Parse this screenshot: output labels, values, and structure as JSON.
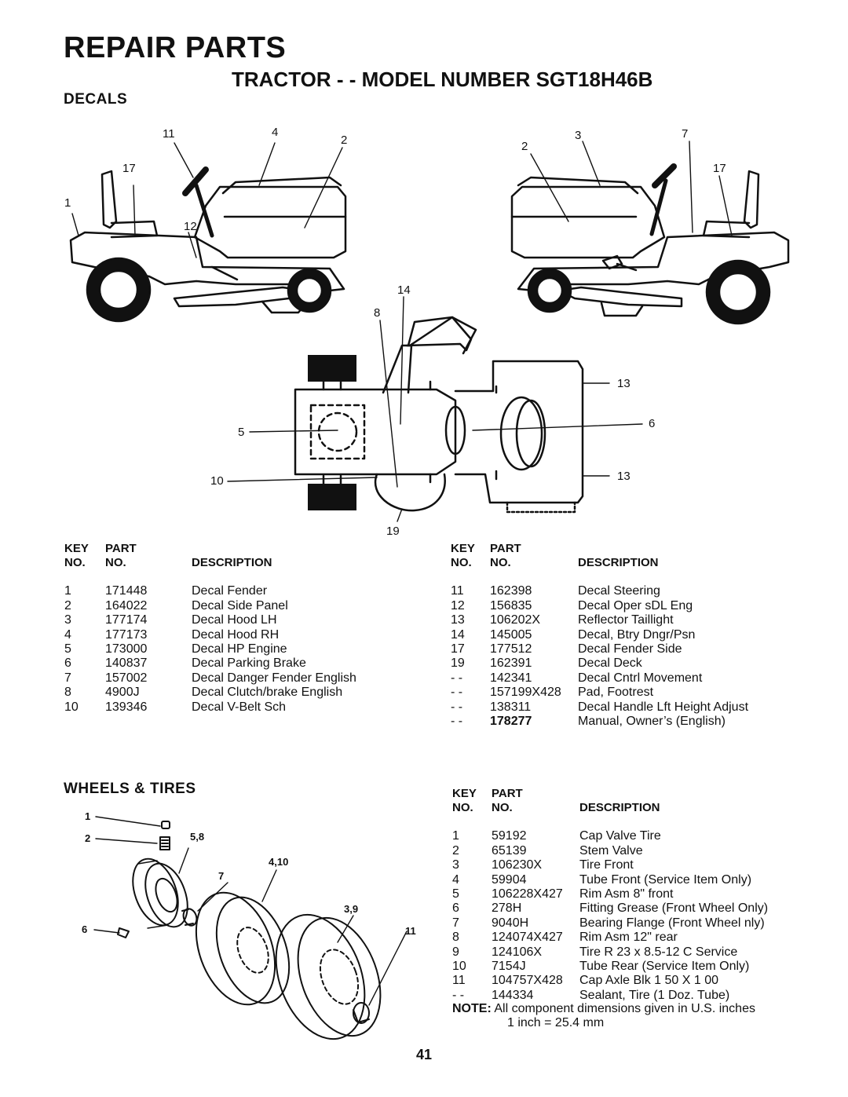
{
  "header": {
    "title": "REPAIR PARTS",
    "subtitle": "TRACTOR - - MODEL NUMBER SGT18H46B"
  },
  "decals": {
    "section_title": "DECALS",
    "callouts": {
      "c11": "11",
      "c4": "4",
      "c2a": "2",
      "c17a": "17",
      "c1": "1",
      "c12": "12",
      "c2b": "2",
      "c3": "3",
      "c7": "7",
      "c17b": "17",
      "c14": "14",
      "c8": "8",
      "c13a": "13",
      "c6": "6",
      "c5": "5",
      "c10": "10",
      "c13b": "13",
      "c19": "19"
    },
    "header_labels": {
      "key": "KEY",
      "part": "PART",
      "no1": "NO.",
      "no2": "NO.",
      "description": "DESCRIPTION"
    },
    "left_rows": [
      {
        "key": "1",
        "part": "171448",
        "desc": "Decal Fender"
      },
      {
        "key": "2",
        "part": "164022",
        "desc": "Decal Side Panel"
      },
      {
        "key": "3",
        "part": "177174",
        "desc": "Decal Hood  LH"
      },
      {
        "key": "4",
        "part": "177173",
        "desc": "Decal Hood  RH"
      },
      {
        "key": "5",
        "part": "173000",
        "desc": "Decal HP Engine"
      },
      {
        "key": "6",
        "part": "140837",
        "desc": "Decal Parking Brake"
      },
      {
        "key": "7",
        "part": "157002",
        "desc": "Decal Danger Fender English"
      },
      {
        "key": "8",
        "part": "4900J",
        "desc": "Decal Clutch/brake English"
      },
      {
        "key": "10",
        "part": "139346",
        "desc": "Decal V-Belt Sch"
      }
    ],
    "right_rows": [
      {
        "key": "11",
        "part": "162398",
        "desc": "Decal Steering"
      },
      {
        "key": "12",
        "part": "156835",
        "desc": "Decal Oper sDL Eng"
      },
      {
        "key": "13",
        "part": "106202X",
        "desc": "Reflector Taillight"
      },
      {
        "key": "14",
        "part": "145005",
        "desc": "Decal, Btry Dngr/Psn"
      },
      {
        "key": "17",
        "part": "177512",
        "desc": "Decal Fender Side"
      },
      {
        "key": "19",
        "part": "162391",
        "desc": "Decal Deck"
      },
      {
        "key": "- -",
        "part": "142341",
        "desc": "Decal Cntrl Movement"
      },
      {
        "key": "- -",
        "part": "157199X428",
        "desc": "Pad, Footrest"
      },
      {
        "key": "- -",
        "part": "138311",
        "desc": "Decal Handle Lft Height Adjust"
      },
      {
        "key": "- -",
        "part": "178277",
        "desc": "Manual, Owner’s (English)"
      }
    ]
  },
  "wheels": {
    "section_title": "WHEELS & TIRES",
    "callouts": {
      "w1": "1",
      "w2": "2",
      "w58": "5,8",
      "w410": "4,10",
      "w7": "7",
      "w39": "3,9",
      "w6": "6",
      "w11": "11"
    },
    "rows": [
      {
        "key": "1",
        "part": "59192",
        "desc": "Cap Valve Tire"
      },
      {
        "key": "2",
        "part": "65139",
        "desc": "Stem Valve"
      },
      {
        "key": "3",
        "part": "106230X",
        "desc": "Tire Front"
      },
      {
        "key": "4",
        "part": "59904",
        "desc": "Tube Front (Service Item Only)"
      },
      {
        "key": "5",
        "part": "106228X427",
        "desc": "Rim Asm 8\" front"
      },
      {
        "key": "6",
        "part": "278H",
        "desc": "Fitting Grease (Front Wheel Only)"
      },
      {
        "key": "7",
        "part": "9040H",
        "desc": "Bearing Flange (Front Wheel nly)"
      },
      {
        "key": "8",
        "part": "124074X427",
        "desc": "Rim Asm 12\" rear"
      },
      {
        "key": "9",
        "part": "124106X",
        "desc": "Tire R 23 x 8.5-12 C Service"
      },
      {
        "key": "10",
        "part": "7154J",
        "desc": "Tube Rear (Service Item Only)"
      },
      {
        "key": "11",
        "part": "104757X428",
        "desc": "Cap Axle Blk 1 50 X 1 00"
      },
      {
        "key": "- -",
        "part": "144334",
        "desc": "Sealant, Tire (1 Doz. Tube)"
      }
    ],
    "note_label": "NOTE:",
    "note_text": "All component dimensions given in U.S. inches",
    "note_line2": "1 inch = 25.4 mm"
  },
  "page_number": "41"
}
